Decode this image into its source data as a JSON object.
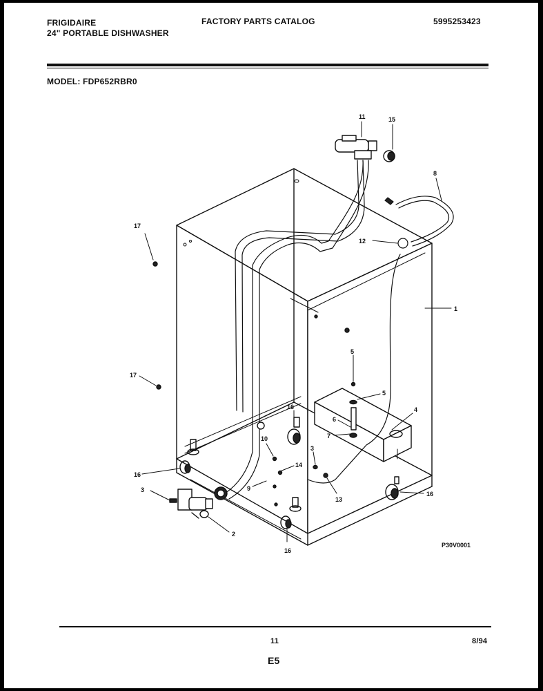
{
  "header": {
    "brand": "FRIGIDAIRE",
    "product": "24\" PORTABLE DISHWASHER",
    "catalog_title": "FACTORY PARTS CATALOG",
    "catalog_number": "5995253423",
    "model": "MODEL: FDP652RBR0"
  },
  "diagram": {
    "code": "P30V0001",
    "labels": {
      "l1": "1",
      "l2": "2",
      "l3a": "3",
      "l3b": "3",
      "l4": "4",
      "l5a": "5",
      "l5b": "5",
      "l6": "6",
      "l7": "7",
      "l8": "8",
      "l9": "9",
      "l10": "10",
      "l11": "11",
      "l12": "12",
      "l13": "13",
      "l14": "14",
      "l15": "15",
      "l16a": "16",
      "l16b": "16",
      "l16c": "16",
      "l16d": "16",
      "l17a": "17",
      "l17b": "17"
    }
  },
  "footer": {
    "page_number": "11",
    "date": "8/94",
    "section": "E5"
  }
}
